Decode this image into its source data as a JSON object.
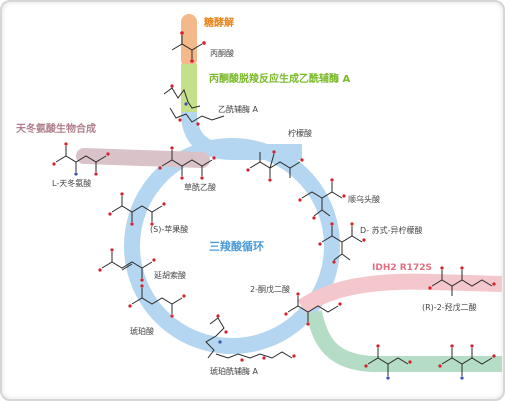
{
  "diagram": {
    "pathways": {
      "glycolysis": "糖酵解",
      "pdh": "丙酮酸脱羧反应生成乙酰辅酶 A",
      "aspartate": "天冬氨酸生物合成",
      "tca": "三羧酸循环",
      "idh2": "IDH2 R172S"
    },
    "metabolites": {
      "pyruvate": "丙酮酸",
      "acetyl_coa": "乙酰辅酶 A",
      "citrate": "柠檬酸",
      "cis_aconitate": "顺乌头酸",
      "isocitrate": "D- 苏式-异柠檬酸",
      "alpha_kg": "2-酮戊二酸",
      "succinyl_coa": "琥珀酰辅酶 A",
      "succinate": "琥珀酸",
      "fumarate": "延胡索酸",
      "malate": "(S)-苹果酸",
      "oxaloacetate": "草酰乙酸",
      "aspartate": "L-天冬氨酸",
      "r2hg": "(R)-2-羟戊二酸"
    },
    "colors": {
      "glycolysis": "#f4b98a",
      "pdh": "#c5e08a",
      "aspartate": "#d9c3c8",
      "tca": "#b4d6f0",
      "idh2": "#f4c7cc",
      "glutamine": "#b5dcc4",
      "oxygen": "#d2212b",
      "nitrogen": "#3b54b0"
    }
  }
}
